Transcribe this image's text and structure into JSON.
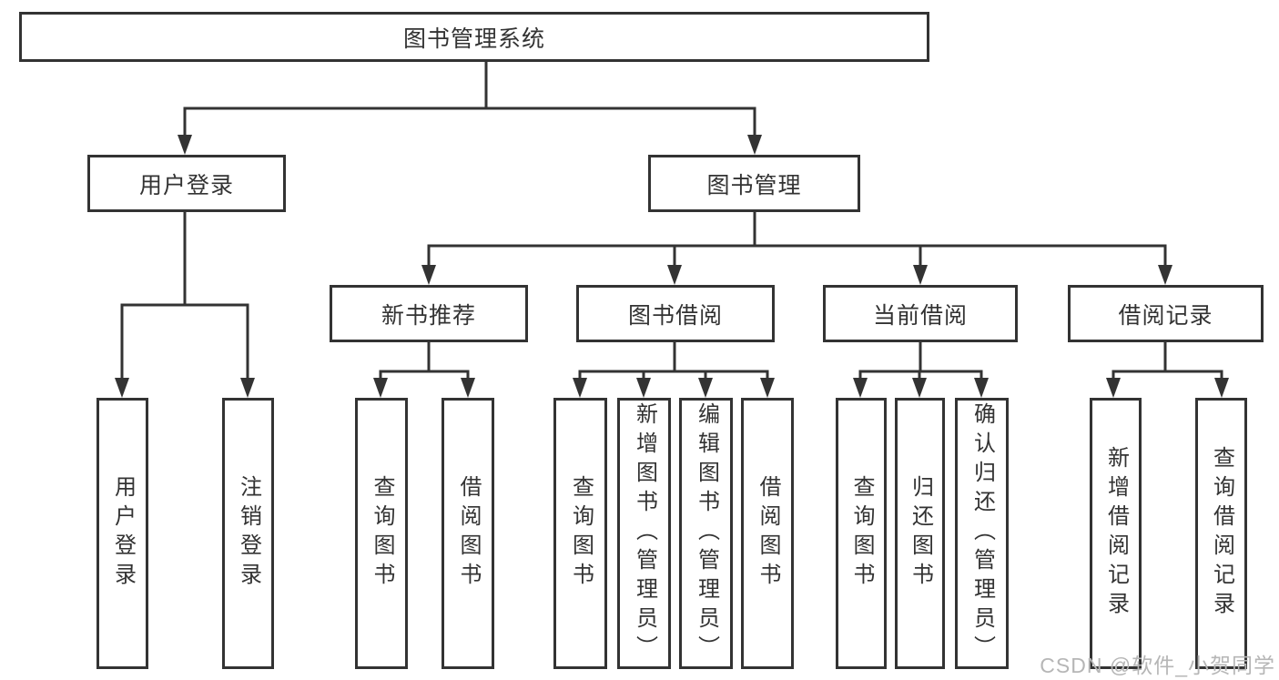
{
  "diagram": {
    "type": "hierarchy-chart",
    "title": "图书管理系统",
    "watermark": "CSDN @软件_小贺同学",
    "colors": {
      "stroke": "#333333",
      "text": "#333333",
      "box_fill": "#ffffff",
      "background": "#ffffff",
      "watermark": "#b6b6b6"
    },
    "tree": {
      "label": "图书管理系统",
      "children": [
        {
          "label": "用户登录",
          "children": [
            {
              "label": "用户登录"
            },
            {
              "label": "注销登录"
            }
          ]
        },
        {
          "label": "图书管理",
          "children": [
            {
              "label": "新书推荐",
              "children": [
                {
                  "label": "查询图书"
                },
                {
                  "label": "借阅图书"
                }
              ]
            },
            {
              "label": "图书借阅",
              "children": [
                {
                  "label": "查询图书"
                },
                {
                  "label": "新增图书（管理员）"
                },
                {
                  "label": "编辑图书（管理员）"
                },
                {
                  "label": "借阅图书"
                }
              ]
            },
            {
              "label": "当前借阅",
              "children": [
                {
                  "label": "查询图书"
                },
                {
                  "label": "归还图书"
                },
                {
                  "label": "确认归还（管理员）"
                }
              ]
            },
            {
              "label": "借阅记录",
              "children": [
                {
                  "label": "新增借阅记录"
                },
                {
                  "label": "查询借阅记录"
                }
              ]
            }
          ]
        }
      ]
    }
  }
}
